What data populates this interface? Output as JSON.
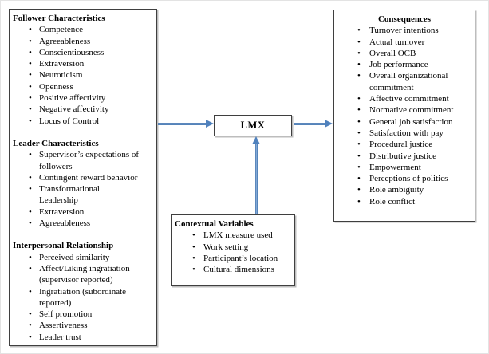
{
  "diagram": {
    "left_box": {
      "sections": [
        {
          "title": "Follower Characteristics",
          "items": [
            "Competence",
            "Agreeableness",
            "Conscientiousness",
            "Extraversion",
            "Neuroticism",
            "Openness",
            "Positive affectivity",
            "Negative affectivity",
            "Locus of Control"
          ]
        },
        {
          "title": "Leader Characteristics",
          "items": [
            "Supervisor’s expectations of\nfollowers",
            "Contingent reward behavior",
            "Transformational\nLeadership",
            "Extraversion",
            "Agreeableness"
          ]
        },
        {
          "title": "Interpersonal Relationship",
          "items": [
            "Perceived similarity",
            "Affect/Liking ingratiation\n(supervisor reported)",
            "Ingratiation (subordinate\nreported)",
            "Self promotion",
            "Assertiveness",
            "Leader trust"
          ]
        }
      ]
    },
    "lmx_box": {
      "label": "LMX"
    },
    "consequences_box": {
      "title": "Consequences",
      "items": [
        "Turnover intentions",
        "Actual turnover",
        "Overall OCB",
        "Job performance",
        "Overall organizational\ncommitment",
        "Affective commitment",
        "Normative commitment",
        "General job satisfaction",
        "Satisfaction with pay",
        "Procedural justice",
        "Distributive justice",
        "Empowerment",
        "Perceptions of politics",
        "Role ambiguity",
        "Role conflict"
      ]
    },
    "contextual_box": {
      "title": "Contextual Variables",
      "items": [
        "LMX measure used",
        "Work setting",
        "Participant’s location",
        "Cultural dimensions"
      ]
    },
    "colors": {
      "arrow": "#4f81bd",
      "arrow_dark": "#3e6fa8",
      "arrow_light": "#8fb4e0",
      "box_border": "#3f3f3f",
      "text": "#000000"
    }
  }
}
